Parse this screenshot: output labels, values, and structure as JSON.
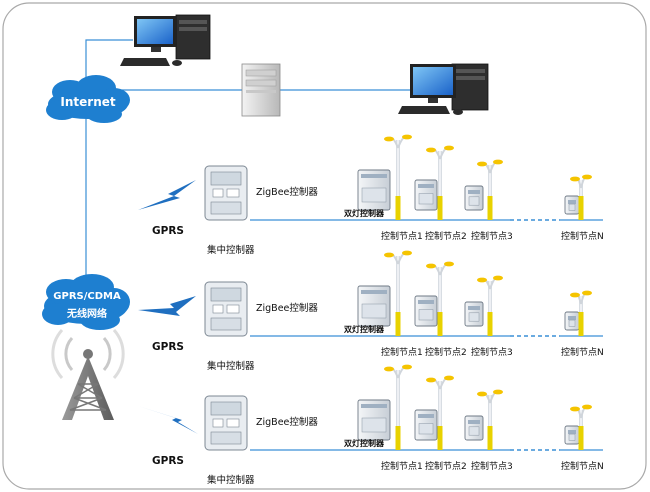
{
  "internet_label": "Internet",
  "network_label_line1": "GPRS/CDMA",
  "network_label_line2": "无线网络",
  "colors": {
    "cloud": "#1e7fd0",
    "bus_line": "#3a8fd6",
    "lightning": "#1f6fc0",
    "pole": "#d8dde3",
    "lamp": "#f5c400",
    "pole_base": "#e8d200"
  },
  "rows": [
    {
      "gprs_label": "GPRS",
      "concentrator_label": "集中控制器",
      "zigbee_label": "ZigBee控制器",
      "dual_lamp_label": "双灯控制器",
      "node_labels": [
        "控制节点1",
        "控制节点2",
        "控制节点3",
        "控制节点N"
      ]
    },
    {
      "gprs_label": "GPRS",
      "concentrator_label": "集中控制器",
      "zigbee_label": "ZigBee控制器",
      "dual_lamp_label": "双灯控制器",
      "node_labels": [
        "控制节点1",
        "控制节点2",
        "控制节点3",
        "控制节点N"
      ]
    },
    {
      "gprs_label": "GPRS",
      "concentrator_label": "集中控制器",
      "zigbee_label": "ZigBee控制器",
      "dual_lamp_label": "双灯控制器",
      "node_labels": [
        "控制节点1",
        "控制节点2",
        "控制节点3",
        "控制节点N"
      ]
    }
  ]
}
